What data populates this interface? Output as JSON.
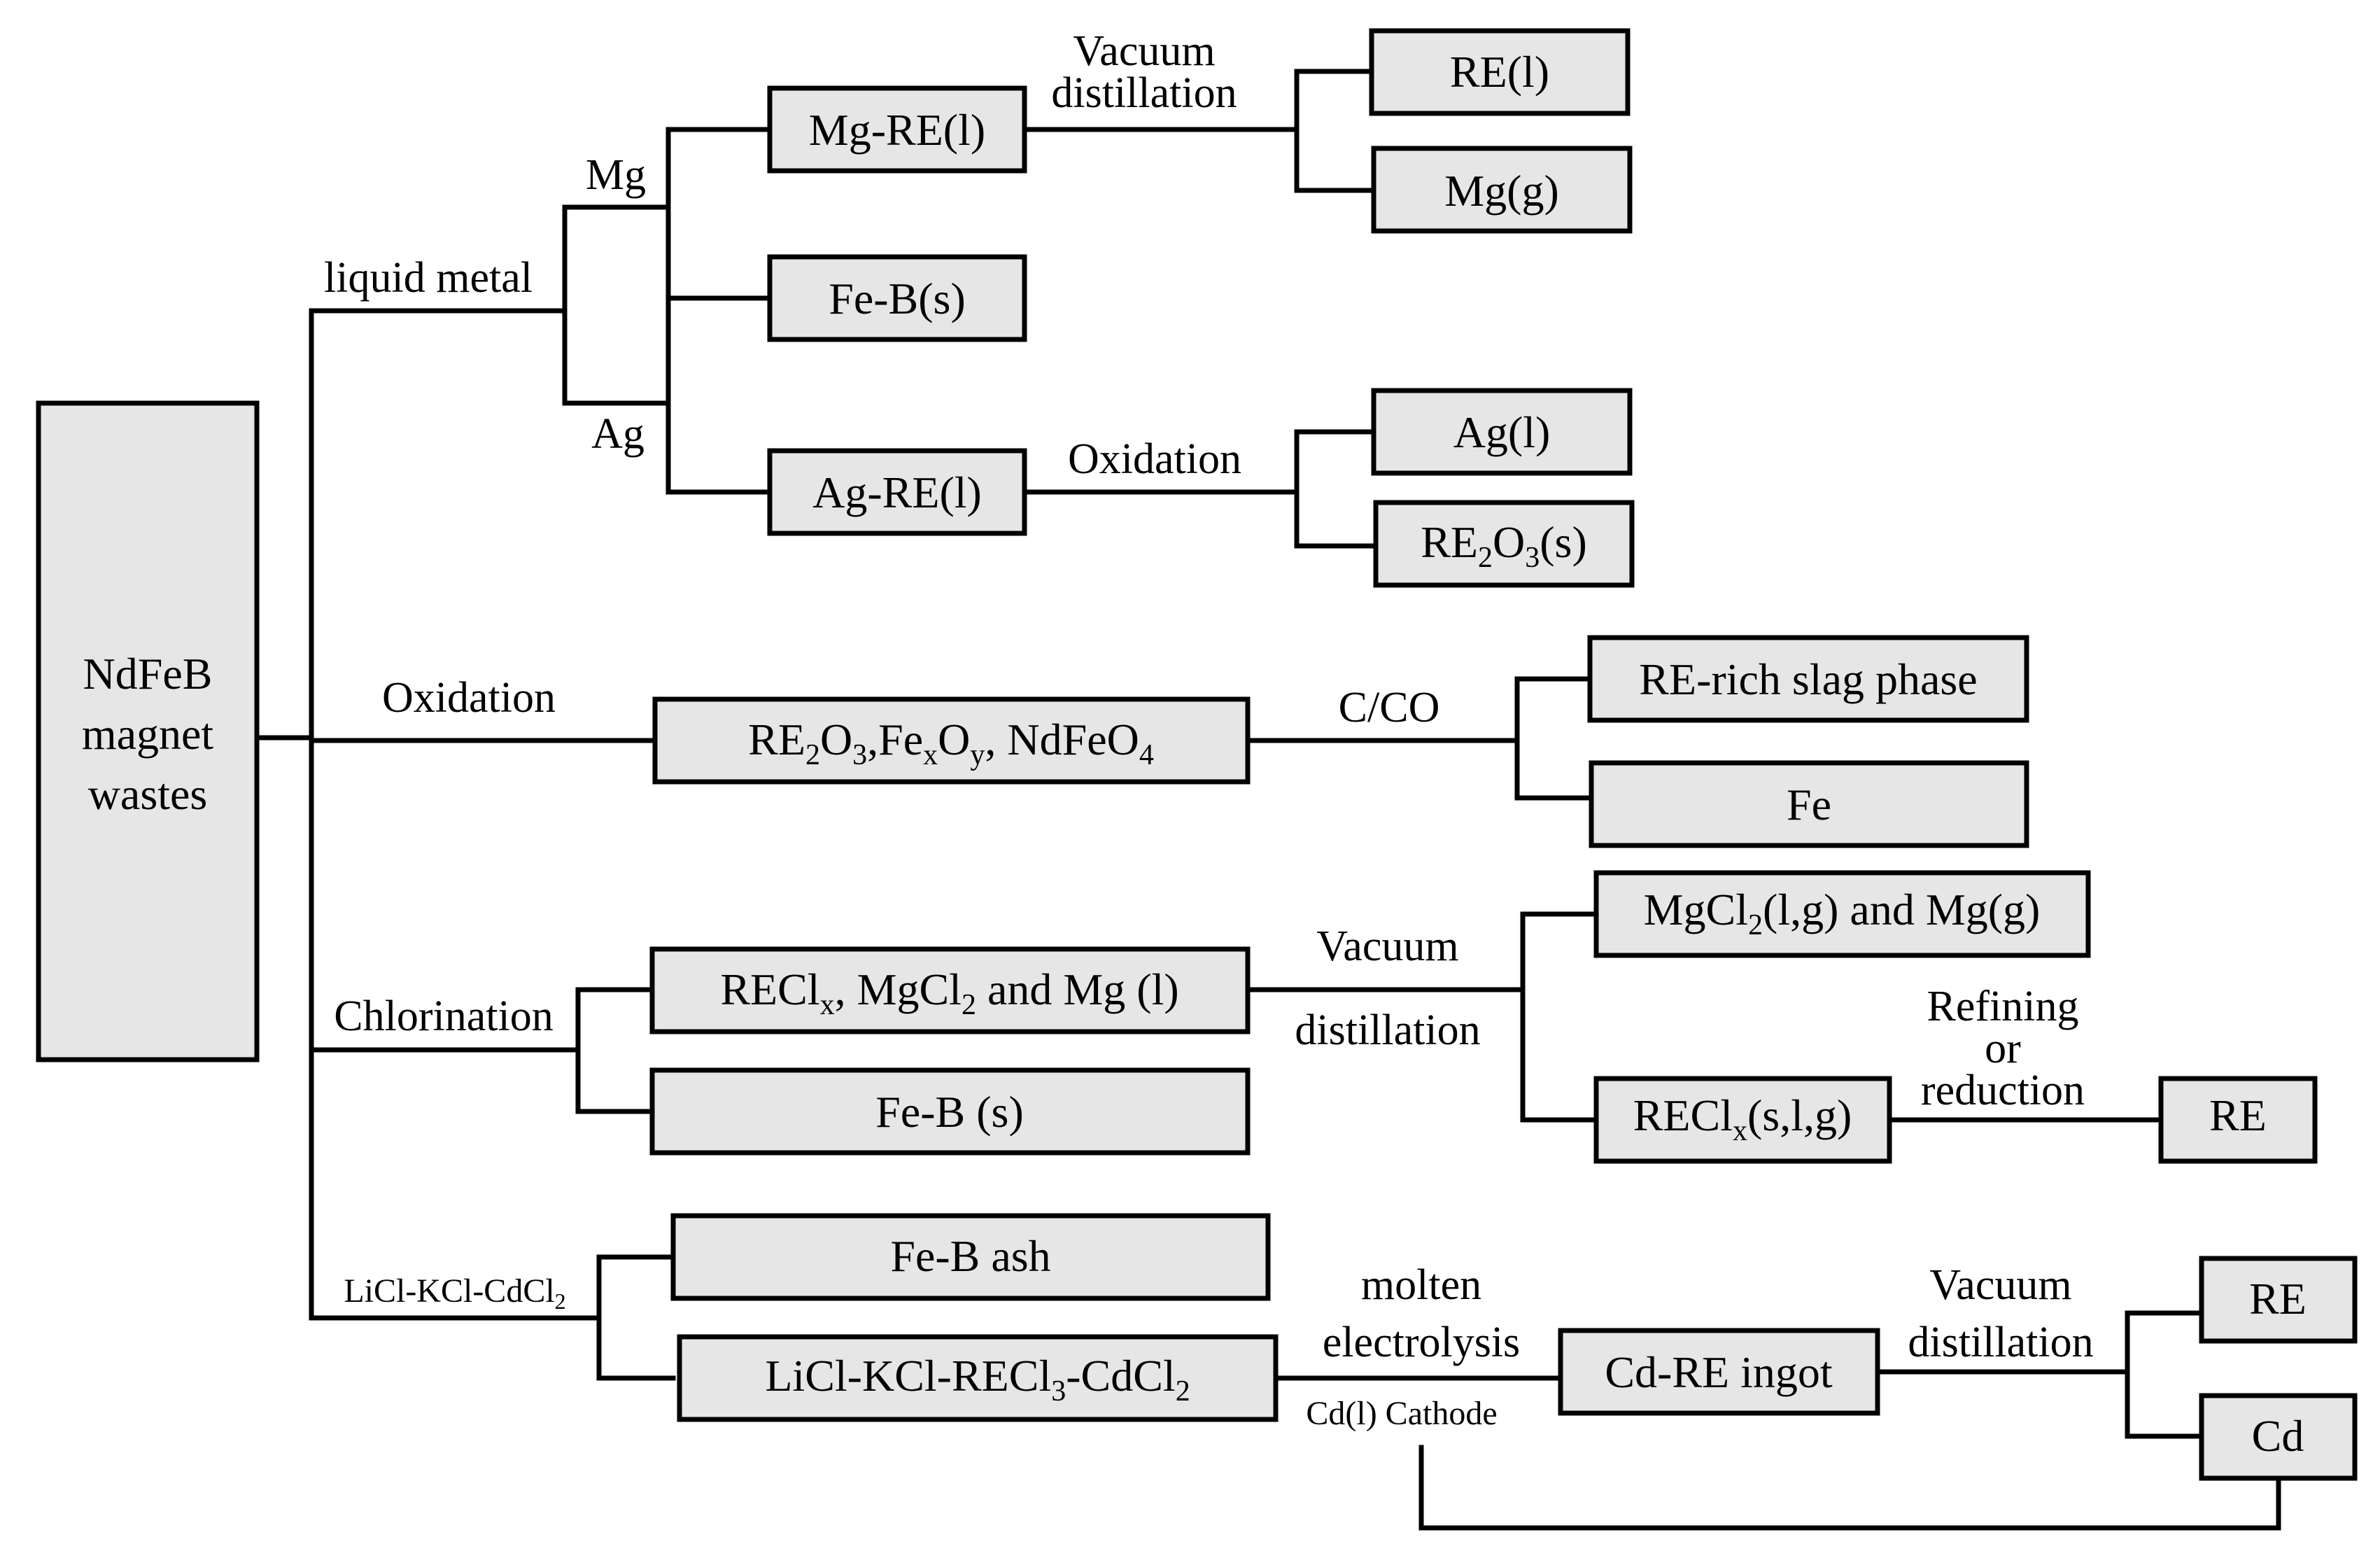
{
  "colors": {
    "box_fill": "#e6e6e6",
    "stroke": "#000000",
    "background": "#ffffff"
  },
  "nodes": {
    "source": [
      "NdFeB",
      "magnet",
      "wastes"
    ],
    "mg_re": "Mg-RE(l)",
    "re_l": "RE(l)",
    "mg_g": "Mg(g)",
    "fe_b_s": "Fe-B(s)",
    "ag_re": "Ag-RE(l)",
    "ag_l": "Ag(l)",
    "re2o3_s": {
      "a": "RE",
      "b": "2",
      "c": "O",
      "d": "3",
      "e": "(s)"
    },
    "oxides": {
      "a": "RE",
      "b": "2",
      "c": "O",
      "d": "3",
      "e": ",Fe",
      "f": "x",
      "g": "O",
      "h": "y",
      "i": ", NdFeO",
      "j": "4"
    },
    "re_slag": "RE-rich slag phase",
    "fe": "Fe",
    "reclx_mix": {
      "a": "RECl",
      "b": "x",
      "c": ", MgCl",
      "d": "2",
      "e": " and Mg (l)"
    },
    "fe_b_s2": "Fe-B (s)",
    "mgcl2_mg": {
      "a": "MgCl",
      "b": "2",
      "c": "(l,g) and Mg(g)"
    },
    "reclx_slg": {
      "a": "RECl",
      "b": "x",
      "c": "(s,l,g)"
    },
    "re_final": "RE",
    "fe_b_ash": "Fe-B ash",
    "licl_mix": {
      "a": "LiCl-KCl-RECl",
      "b": "3",
      "c": "-CdCl",
      "d": "2"
    },
    "cd_re": "Cd-RE ingot",
    "re_cd": "RE",
    "cd": "Cd"
  },
  "labels": {
    "liquid_metal": "liquid metal",
    "mg": "Mg",
    "ag": "Ag",
    "vacuum_distillation_1": [
      "Vacuum",
      "distillation"
    ],
    "oxidation_1": "Oxidation",
    "oxidation_2": "Oxidation",
    "c_co": "C/CO",
    "chlorination": "Chlorination",
    "vacuum_2": "Vacuum",
    "distillation_2": "distillation",
    "refining": [
      "Refining",
      "or",
      "reduction"
    ],
    "licl_kcl_cdcl2": {
      "a": "LiCl-KCl-CdCl",
      "b": "2"
    },
    "molten_electrolysis": [
      "molten",
      "electrolysis"
    ],
    "cd_cathode": "Cd(l) Cathode",
    "vacuum_distillation_3": [
      "Vacuum",
      "distillation"
    ]
  }
}
